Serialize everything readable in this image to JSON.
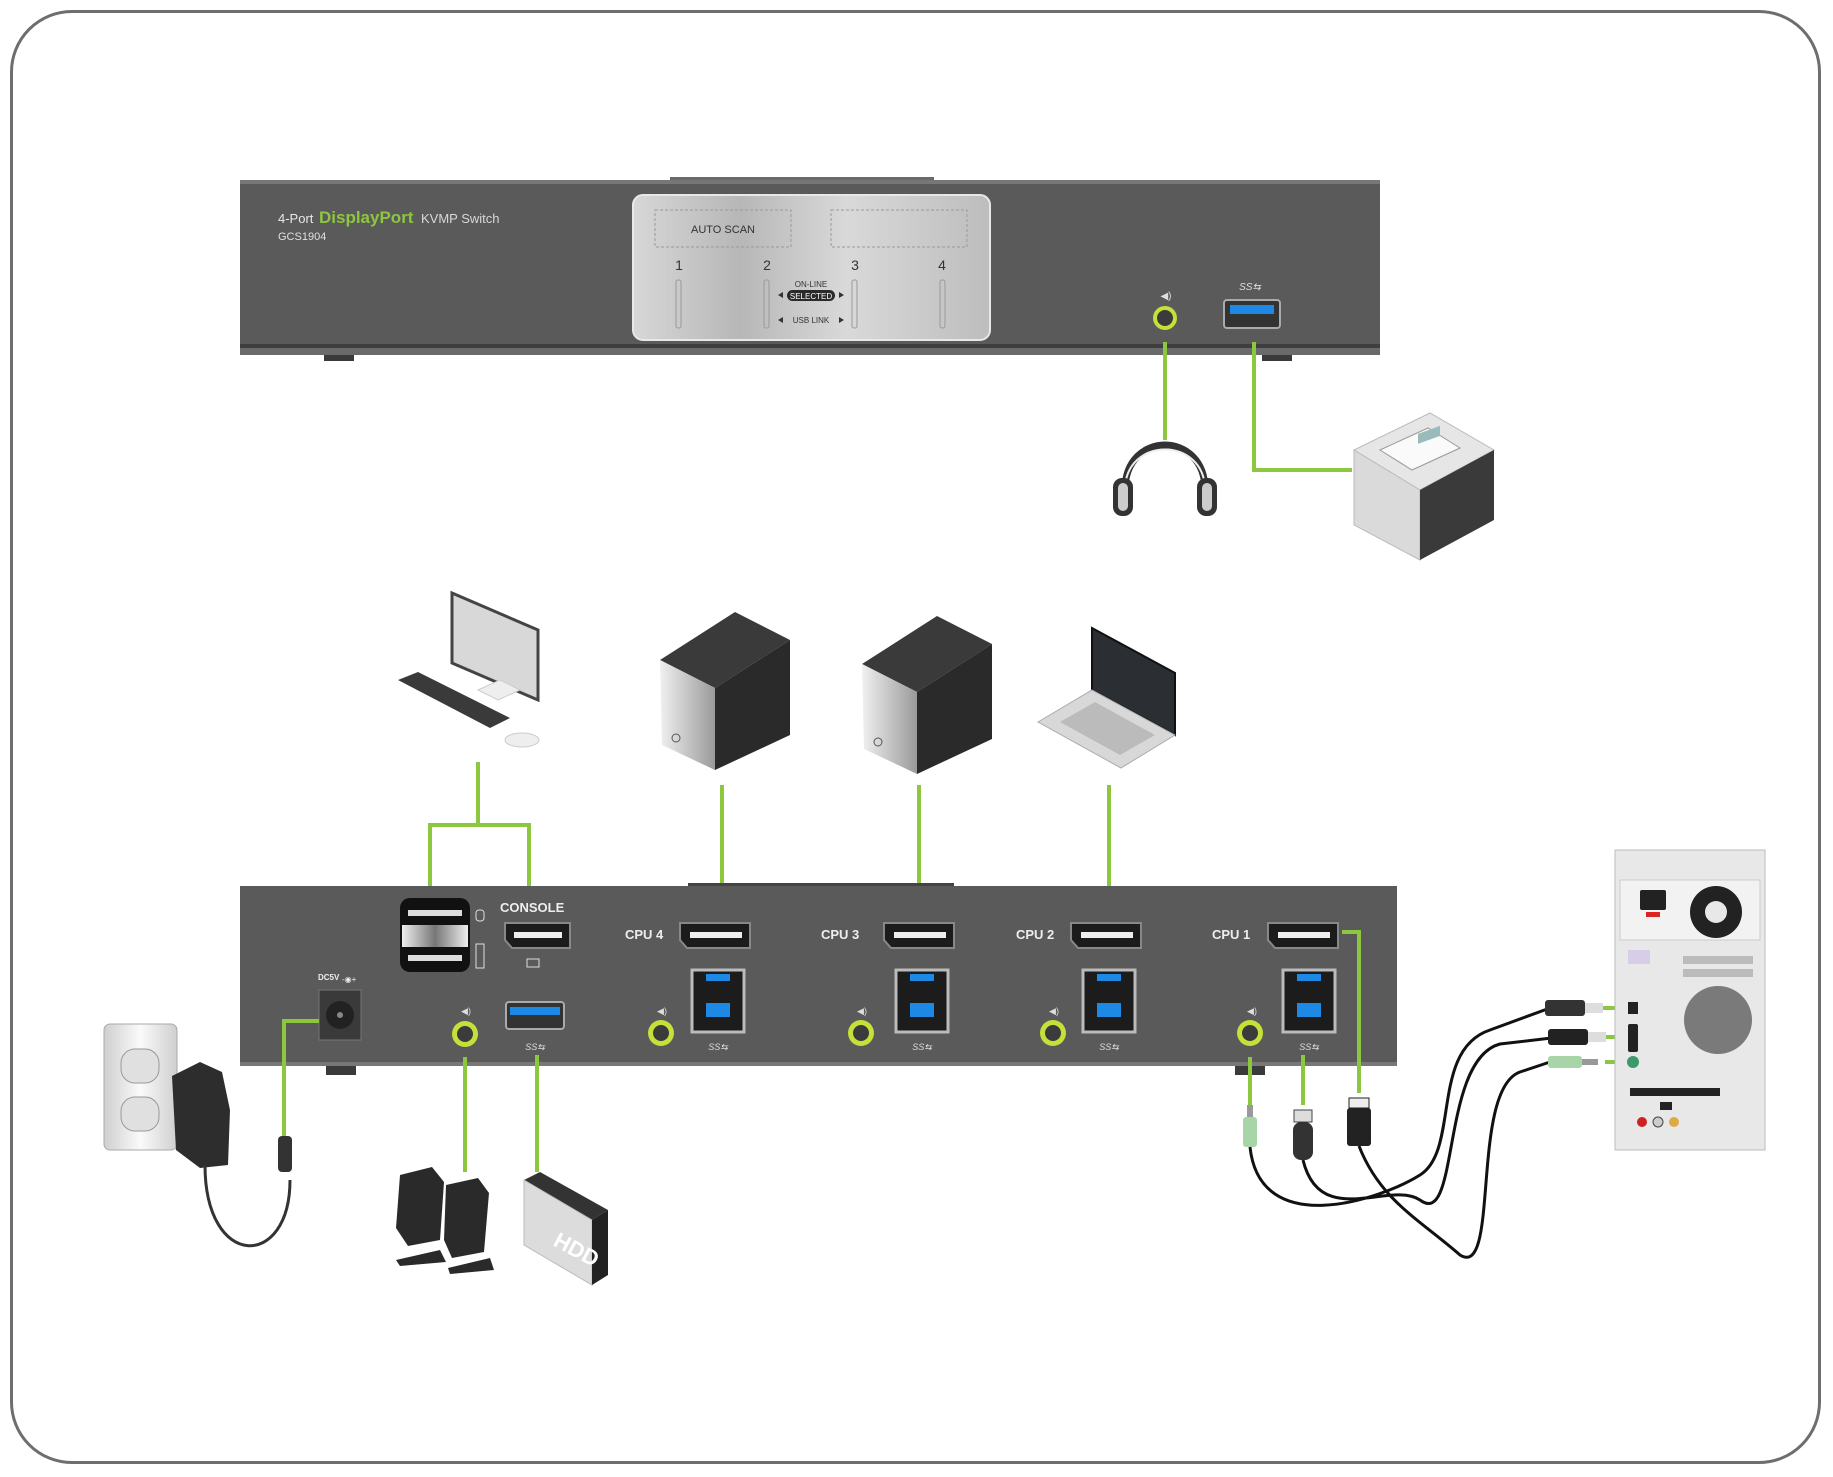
{
  "colors": {
    "cable_green": "#8dc63f",
    "device_body": "#5a5a5a",
    "brand_green": "#8dc63f",
    "usb3_blue": "#1e88e5",
    "jack_ring": "#c6e03a"
  },
  "front_panel": {
    "title_prefix": "4-Port",
    "title_brand": "DisplayPort",
    "title_suffix": "KVMP Switch",
    "model": "GCS1904",
    "auto_scan_label": "AUTO SCAN",
    "port_numbers": [
      "1",
      "2",
      "3",
      "4"
    ],
    "online_label": "ON-LINE",
    "selected_label": "SELECTED",
    "usb_link_label": "USB LINK",
    "audio_icon": "speaker-icon",
    "usb_label": "SS⇆"
  },
  "rear_panel": {
    "power_label": "DC5V",
    "console_label": "CONSOLE",
    "cpu_ports": [
      {
        "label": "CPU 4"
      },
      {
        "label": "CPU 3"
      },
      {
        "label": "CPU 2"
      },
      {
        "label": "CPU 1"
      }
    ],
    "usb_label": "SS⇆"
  },
  "peripherals": {
    "hdd_label": "HDD",
    "front": [
      "headphones",
      "printer"
    ],
    "console": [
      "monitor",
      "keyboard",
      "mouse"
    ],
    "computers": [
      "tower-pc-cpu4",
      "tower-pc-cpu3",
      "laptop-cpu2",
      "tower-pc-rear-cpu1"
    ],
    "rear": [
      "power-adapter",
      "speakers",
      "hdd"
    ]
  }
}
